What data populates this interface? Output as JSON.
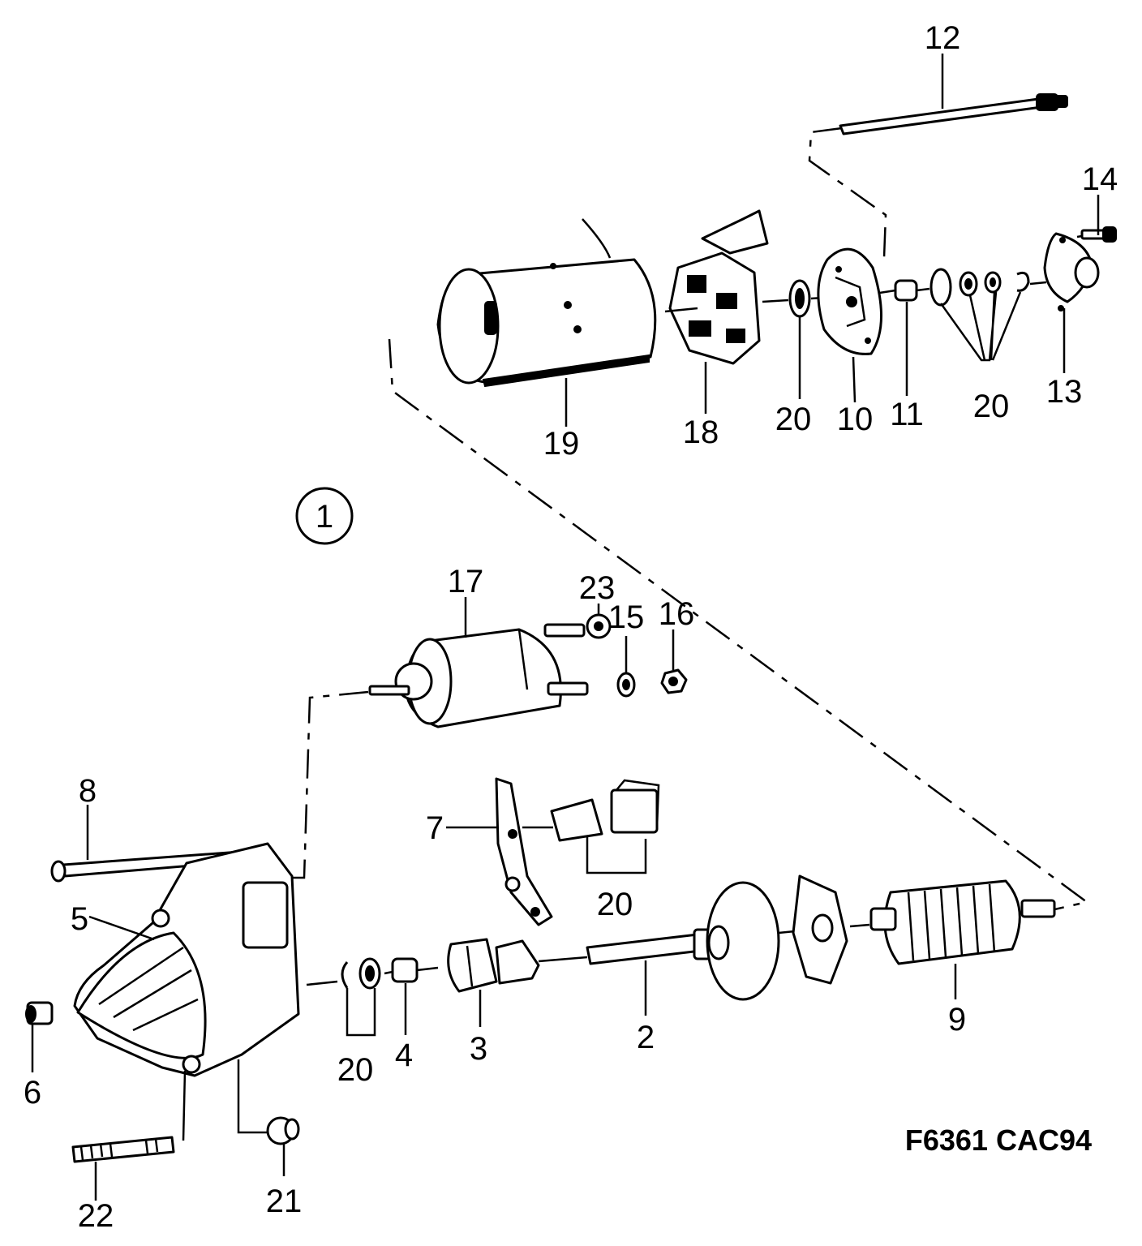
{
  "diagram": {
    "reference_code": "F6361 CAC94",
    "assembly_number": "1",
    "callouts": {
      "c12": "12",
      "c14": "14",
      "c13": "13",
      "c20a": "20",
      "c20b": "20",
      "c10": "10",
      "c11": "11",
      "c18": "18",
      "c19": "19",
      "c17": "17",
      "c23": "23",
      "c15": "15",
      "c16": "16",
      "c8": "8",
      "c7": "7",
      "c20c": "20",
      "c5": "5",
      "c6": "6",
      "c20d": "20",
      "c4": "4",
      "c3": "3",
      "c2": "2",
      "c9": "9",
      "c22": "22",
      "c21": "21"
    }
  }
}
